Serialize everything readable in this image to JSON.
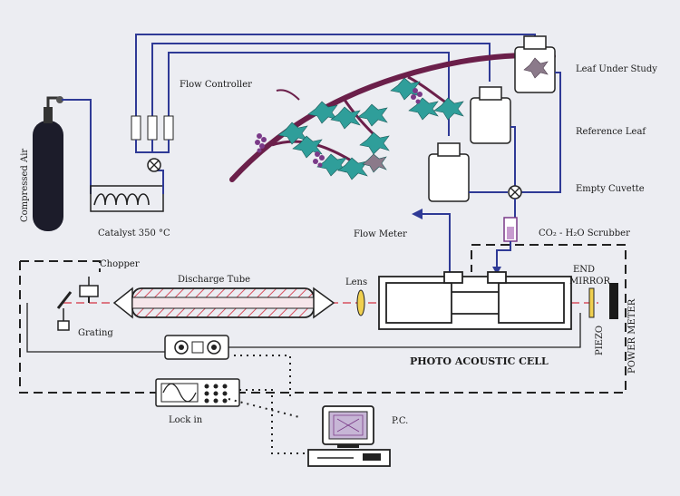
{
  "labels": {
    "compressed_air": "Compressed Air",
    "catalyst": "Catalyst 350 °C",
    "flow_controller": "Flow Controller",
    "leaf_under_study": "Leaf Under Study",
    "reference_leaf": "Reference Leaf",
    "empty_cuvette": "Empty Cuvette",
    "scrubber": "CO₂ - H₂O Scrubber",
    "flow_meter": "Flow Meter",
    "chopper": "Chopper",
    "discharge_tube": "Discharge Tube",
    "lens": "Lens",
    "end_mirror_1": "END",
    "end_mirror_2": "MIRROR",
    "grating": "Grating",
    "piezo": "PIEZO",
    "power_meter": "POWER METER",
    "photo_acoustic_cell": "PHOTO ACOUSTIC CELL",
    "lock_in": "Lock in",
    "pc": "P.C."
  },
  "colors": {
    "tube_blue": "#2f3a96",
    "laser_red": "#d85060",
    "branch": "#6b1f4a",
    "leaf": "#2f9e9a",
    "grape": "#7a3a88",
    "outline": "#222222"
  }
}
